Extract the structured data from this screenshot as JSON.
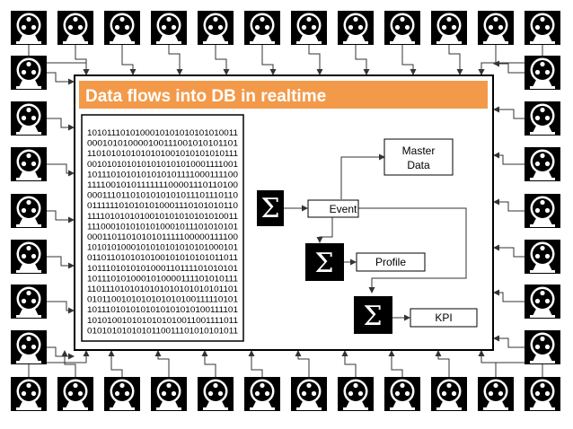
{
  "title": "Data flows into DB in realtime",
  "binary_lines": [
    "1010111010100010101010101010011",
    "000101010000100111001010101101",
    "1101010101010101001010101010111",
    "0010101010101010101010001111001",
    "1011101010101010101111000111100",
    "1111001010111111100001110110100",
    "0001110110101010101011101110110",
    "0111111010101010001110101010110",
    "1111010101010010101010101010011",
    "1110001010101010001011101010101",
    "0001101101010101111100000111100",
    "1010101000101010101010101000101",
    "0110110101010100101010101011011",
    "1011101010101000110111101010101",
    "1011101010001010000111101010111",
    "1101110101010101010101010101101",
    "0101100101010101010100111110101",
    "1011101010101010101010100111101",
    "1010100101010101010011001111011",
    "0101010101010110011101010101011"
  ],
  "nodes": {
    "master_data": [
      "Master",
      "Data"
    ],
    "event": "Event",
    "profile": "Profile",
    "kpi": "KPI"
  },
  "aggregator_symbol": "Σ",
  "sensor_icon": "sensor-icon",
  "colors": {
    "title_bar": "#f39a4a",
    "title_text": "#ffffff",
    "sensor": "#000000",
    "aggregator": "#000000"
  }
}
